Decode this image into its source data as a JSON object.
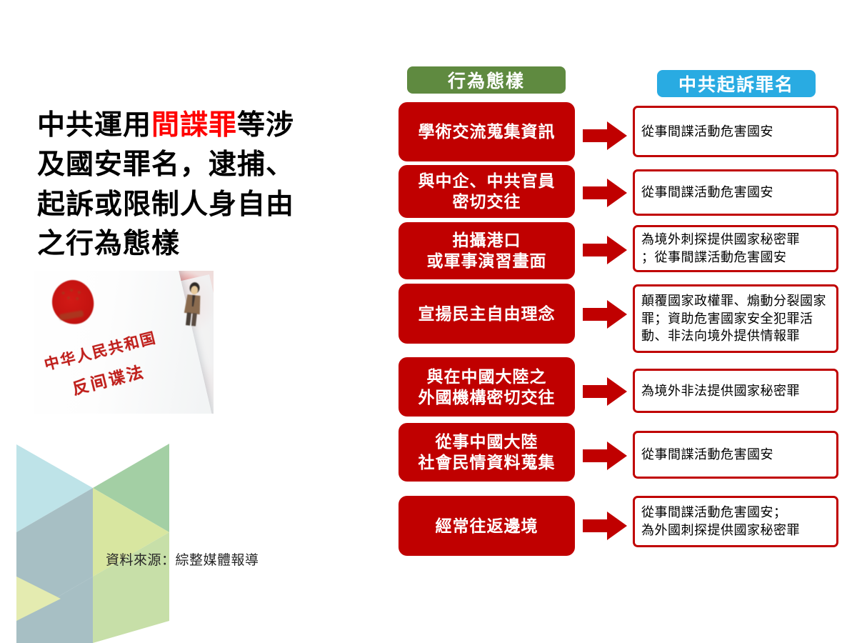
{
  "title": {
    "line1_pre": "中共運用",
    "line1_hl": "間諜罪",
    "line1_post": "等涉",
    "line2": "及國安罪名，逮捕、",
    "line3": "起訴或限制人身自由",
    "line4": "之行為態樣"
  },
  "photo": {
    "cover_line1": "中华人民共和国",
    "cover_line2": "反间谍法",
    "alt": "中华人民共和国反间谍法 書籍封面照片"
  },
  "source_note": "資料來源：綜整媒體報導",
  "headers": {
    "left": "行為態樣",
    "right": "中共起訴罪名",
    "left_color": "#5F8A40",
    "right_color": "#29ABE2"
  },
  "colors": {
    "accent_red": "#C00000",
    "highlight_red": "#FF0000",
    "header_green": "#5F8A40",
    "header_blue": "#29ABE2",
    "deco_blue": "#BEE3E8",
    "deco_green": "#A3CFA4",
    "deco_yellowgreen": "#D8E6A0",
    "deco_grayblue": "#A7BFC4",
    "deco_palegray": "#B9CBCF",
    "deco_paleyellow": "#E4EBB0"
  },
  "rows": [
    {
      "action": "學術交流蒐集資訊",
      "crime": "從事間諜活動危害國安",
      "arrow": "right-arrow-icon"
    },
    {
      "action": "與中企、中共官員\n密切交往",
      "crime": "從事間諜活動危害國安",
      "arrow": "right-arrow-icon"
    },
    {
      "action": "拍攝港口\n或軍事演習畫面",
      "crime": "為境外刺探提供國家秘密罪\n；從事間諜活動危害國安",
      "arrow": "right-arrow-icon"
    },
    {
      "action": "宣揚民主自由理念",
      "crime": "顛覆國家政權罪、煽動分裂國家罪；資助危害國家安全犯罪活動、非法向境外提供情報罪",
      "arrow": "right-arrow-icon"
    },
    {
      "action": "與在中國大陸之\n外國機構密切交往",
      "crime": "為境外非法提供國家秘密罪",
      "arrow": "right-arrow-icon"
    },
    {
      "action": "從事中國大陸\n社會民情資料蒐集",
      "crime": "從事間諜活動危害國安",
      "arrow": "right-arrow-icon"
    },
    {
      "action": "經常往返邊境",
      "crime": "從事間諜活動危害國安；\n為外國刺探提供國家秘密罪",
      "arrow": "right-arrow-icon"
    }
  ]
}
